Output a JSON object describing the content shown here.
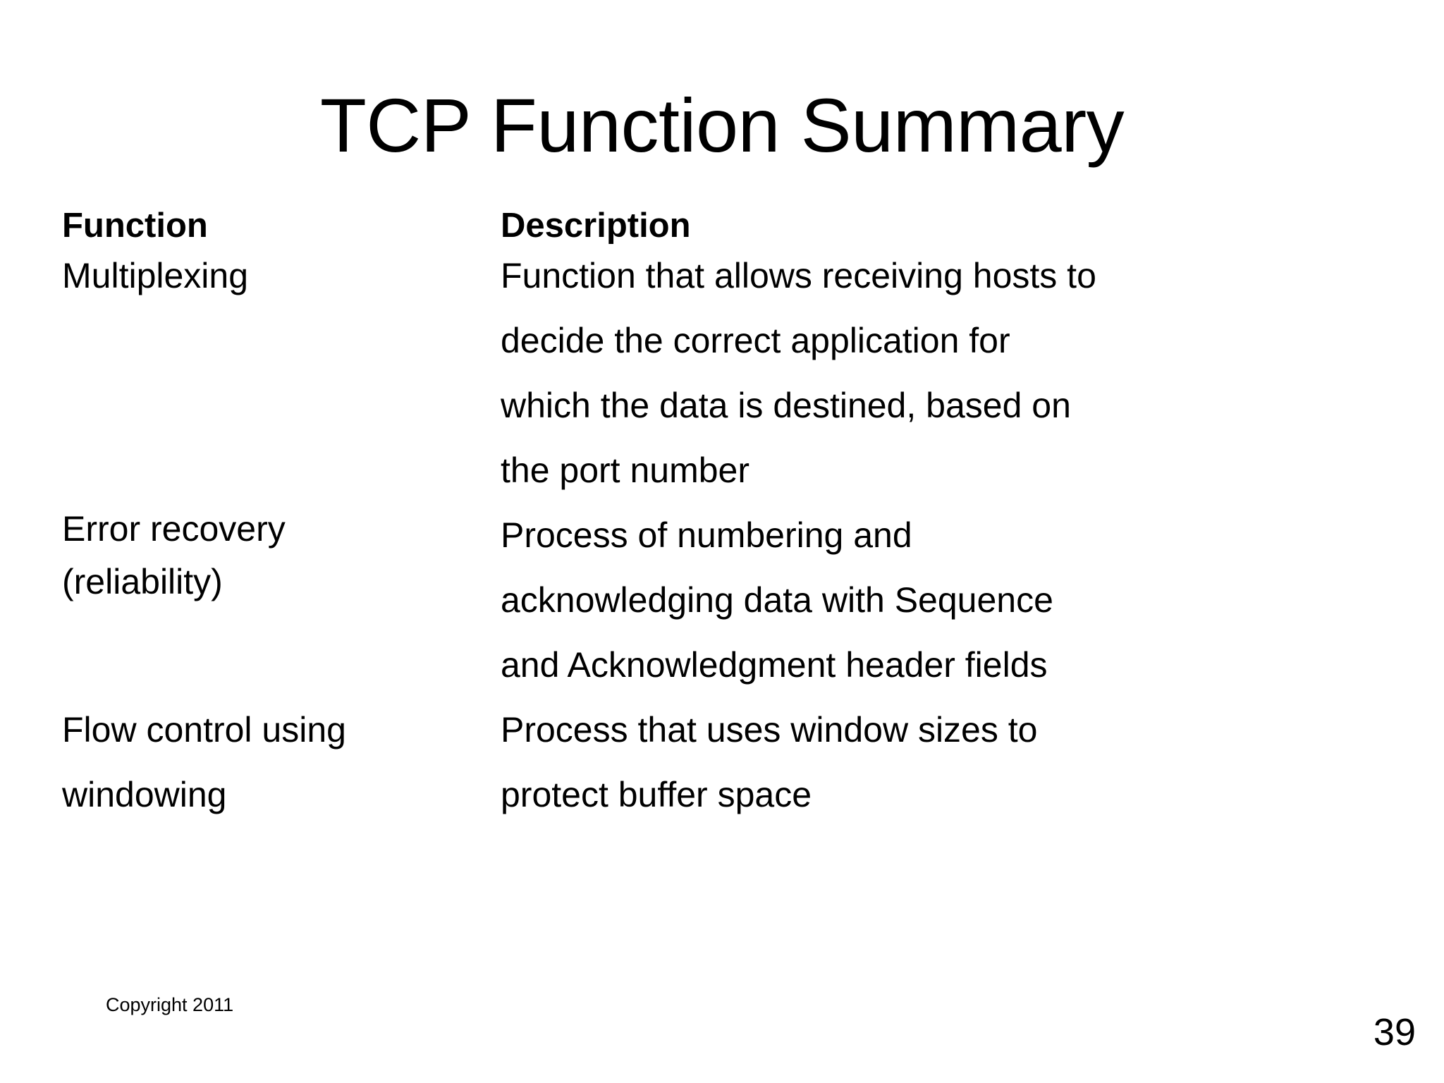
{
  "slide": {
    "title": "TCP Function Summary",
    "background_color": "#ffffff",
    "text_color": "#000000",
    "page_number": "39",
    "copyright": "Copyright 2011"
  },
  "table": {
    "headers": {
      "function": "Function",
      "description": "Description"
    },
    "rows": [
      {
        "function_lines": [
          "Multiplexing"
        ],
        "description_lines": [
          "Function that allows receiving hosts to",
          "decide the correct application for",
          "which the data is destined, based on",
          "the port number"
        ]
      },
      {
        "function_lines": [
          "Error recovery",
          "(reliability)"
        ],
        "description_lines": [
          "Process of numbering and",
          "acknowledging data with Sequence",
          "and Acknowledgment header fields"
        ]
      },
      {
        "function_lines": [
          "Flow control using",
          "windowing"
        ],
        "description_lines": [
          "Process that uses window sizes to",
          "protect buffer space"
        ]
      }
    ]
  }
}
